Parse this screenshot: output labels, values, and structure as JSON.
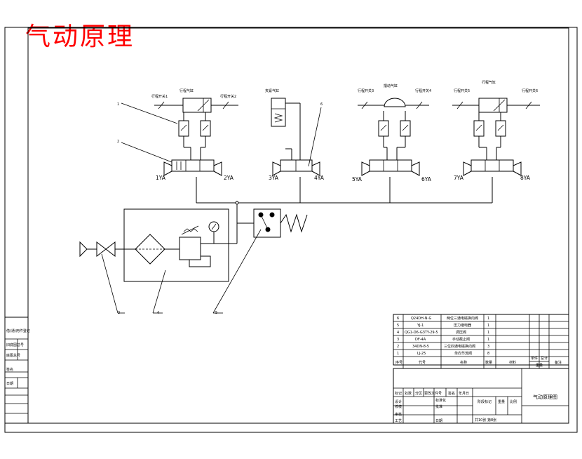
{
  "title": "气动原理",
  "components": {
    "limit_switch_1": "行程开关1",
    "limit_switch_2": "行程开关2",
    "limit_switch_3": "行程开关3",
    "limit_switch_4": "行程开关4",
    "limit_switch_5": "行程开关5",
    "limit_switch_6": "行程开关6",
    "cylinder_1": "行程气缸",
    "cylinder_2": "夹紧气缸",
    "cylinder_3": "摆动气缸",
    "cylinder_4": "行程气缸"
  },
  "solenoids": [
    "1YA",
    "2YA",
    "3YA",
    "4YA",
    "5YA",
    "6YA",
    "7YA",
    "8YA"
  ],
  "callouts": [
    "1",
    "2",
    "3",
    "4",
    "5",
    "6"
  ],
  "side_panel": [
    "借(通)用件登记",
    "旧底图总号",
    "底图总号",
    "签名",
    "日期"
  ],
  "bom": {
    "rows": [
      {
        "no": "6",
        "code": "Q24DH-N-G",
        "name": "两位三通电磁换向阀",
        "qty": "1"
      },
      {
        "no": "5",
        "code": "YJ-1",
        "name": "压力继电器",
        "qty": "1"
      },
      {
        "no": "4",
        "code": "QG1-D6-G3TY-29-5",
        "name": "调压阀",
        "qty": "1"
      },
      {
        "no": "3",
        "code": "DF-4A",
        "name": "手动截止阀",
        "qty": "1"
      },
      {
        "no": "2",
        "code": "34DN-8-5",
        "name": "三位四通电磁换向阀",
        "qty": "3"
      },
      {
        "no": "1",
        "code": "LJ-25",
        "name": "单向节流阀",
        "qty": "8"
      }
    ],
    "headers": [
      "序号",
      "代号",
      "名称",
      "数量",
      "材料",
      "单件",
      "总计",
      "重量",
      "备注"
    ]
  },
  "title_block": {
    "drawing_name": "气动原理图",
    "row1": [
      "标记",
      "处数",
      "分区",
      "更改文件号",
      "签名",
      "年月日"
    ],
    "left_labels": [
      "设计",
      "校核",
      "审核",
      "工艺"
    ],
    "mid_labels": [
      "标准化",
      "批准"
    ],
    "mid_right": "日期",
    "stage": "阶段标记",
    "weight": "重量",
    "scale": "比例",
    "sheets": "共10张  第8张"
  }
}
